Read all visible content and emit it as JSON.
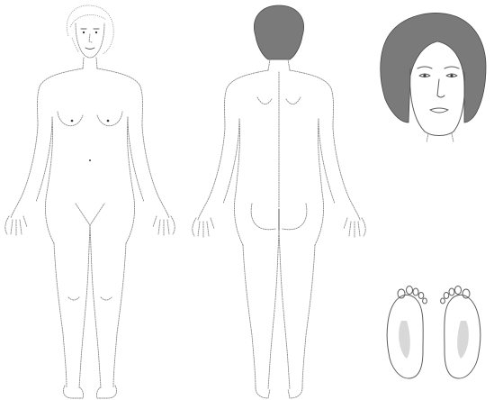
{
  "chart_data": {
    "type": "body-diagram",
    "views": [
      {
        "view": "front"
      },
      {
        "view": "back"
      },
      {
        "view": "face"
      },
      {
        "view": "soles"
      }
    ]
  },
  "colors": {
    "outline": "#8a8a8a",
    "hair": "#7a7a7a",
    "background": "#ffffff"
  }
}
